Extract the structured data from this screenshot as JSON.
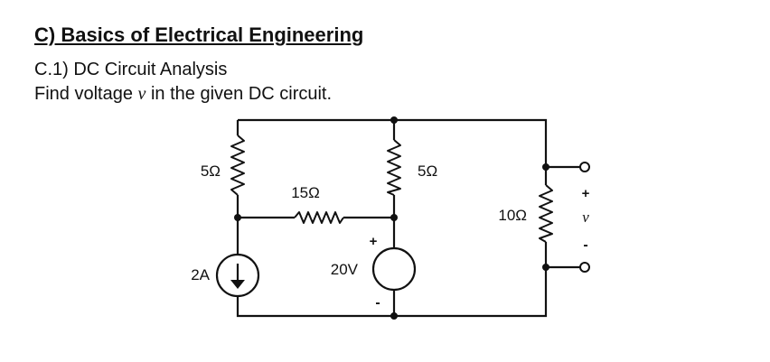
{
  "heading": "C) Basics of Electrical Engineering",
  "subheading": "C.1) DC Circuit Analysis",
  "prompt": {
    "before": "Find voltage ",
    "variable": "v",
    "after": " in the given DC circuit."
  },
  "circuit": {
    "resistors": {
      "r_left": "5Ω",
      "r_mid": "15Ω",
      "r_center": "5Ω",
      "r_right": "10Ω"
    },
    "current_source": {
      "label": "2A",
      "direction": "down"
    },
    "voltage_source": {
      "label": "20V",
      "plus": "+",
      "minus": "-"
    },
    "output": {
      "plus": "+",
      "variable": "v",
      "minus": "-"
    }
  }
}
